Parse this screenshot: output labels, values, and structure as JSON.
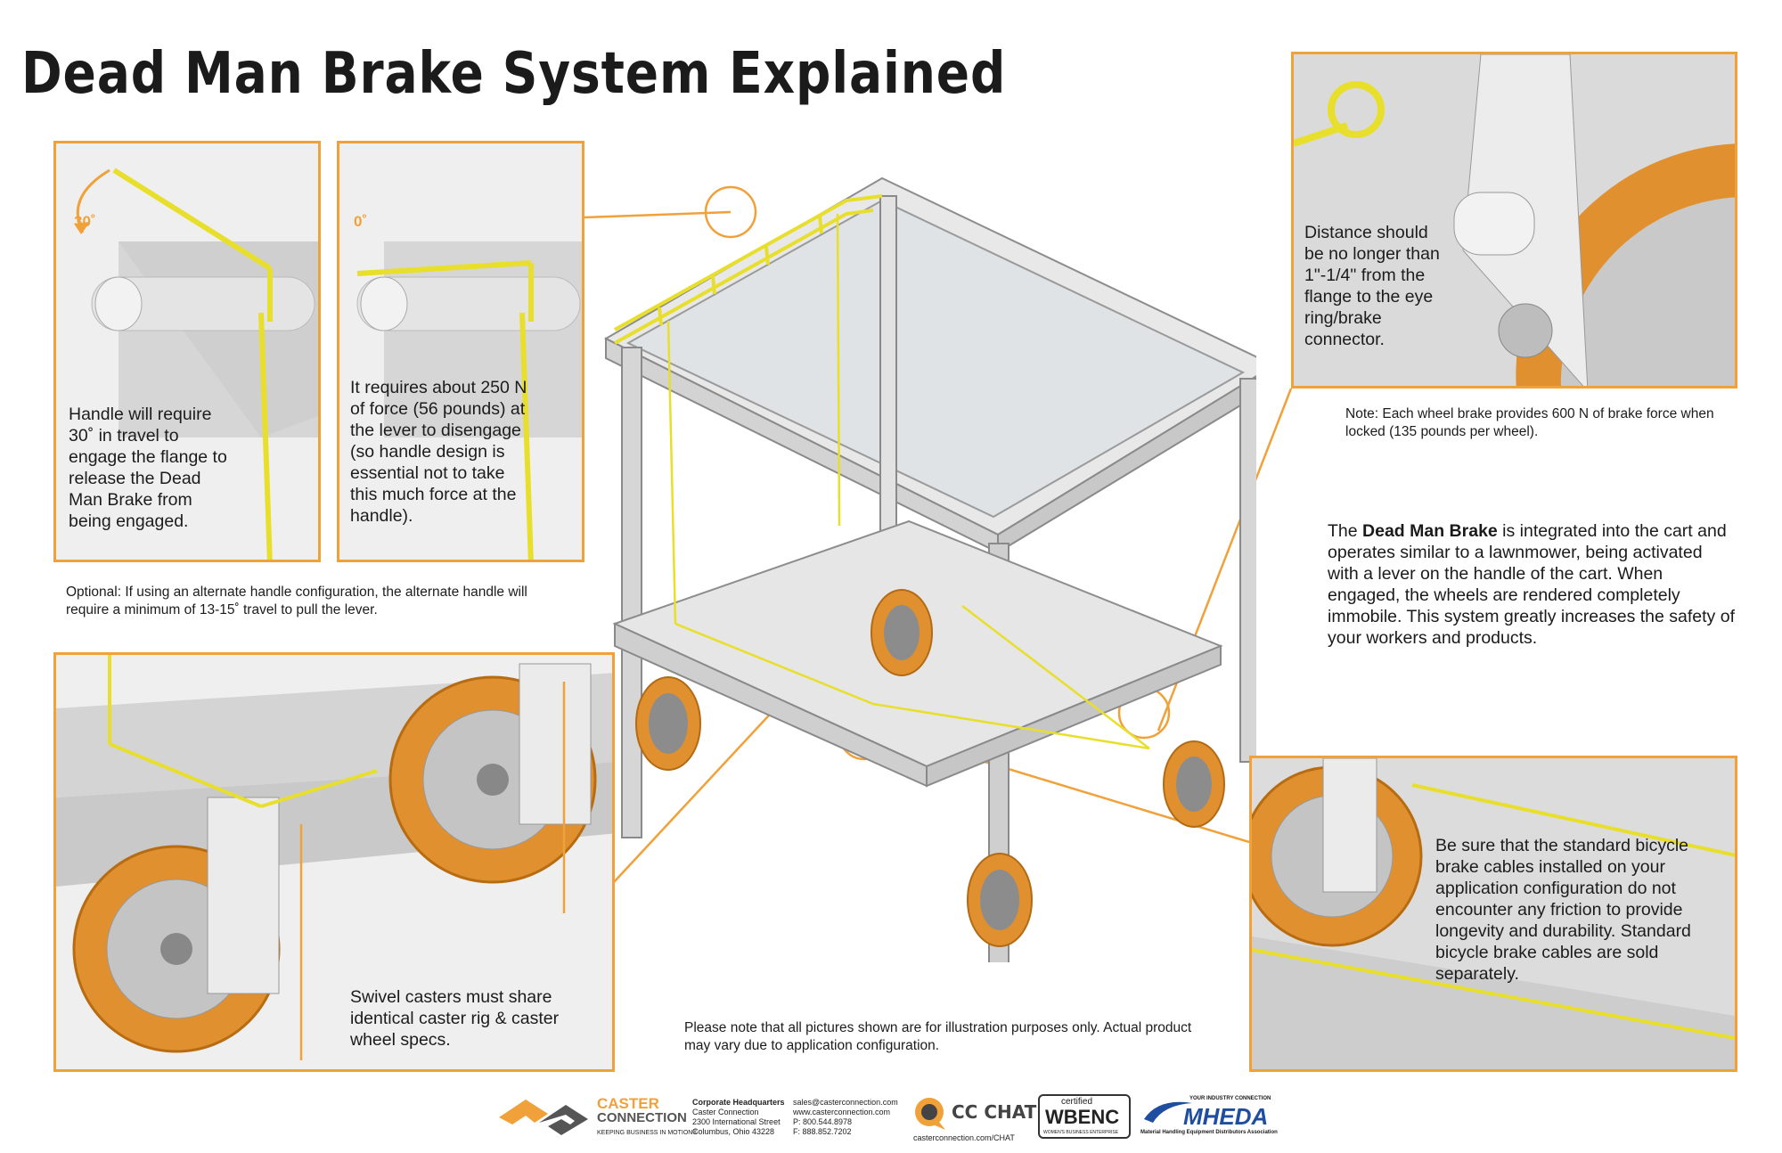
{
  "title": "Dead Man Brake System Explained",
  "accent": "#f0a13a",
  "cable_color": "#f2ea4a",
  "panels": {
    "angle30": {
      "angle_label": "30˚",
      "text": "Handle will require 30˚ in travel to engage the flange to release the Dead Man Brake from being engaged."
    },
    "angle0": {
      "angle_label": "0˚",
      "text": "It requires about 250 N of force (56 pounds) at the lever to disengage (so handle design is essential not to take this much force at the handle)."
    },
    "casters": {
      "text": "Swivel casters must share identical caster rig & caster wheel specs."
    },
    "eye_ring": {
      "text": "Distance should be no longer than 1\"-1/4\" from the flange to the eye ring/brake connector."
    },
    "cables": {
      "text": "Be sure that the standard bicycle brake cables installed on your application configuration do not encounter any friction to provide longevity and durability. Standard bicycle brake cables are sold separately."
    }
  },
  "optional_note": "Optional: If using an alternate handle configuration, the alternate handle will require a minimum of 13-15˚ travel to pull the lever.",
  "brake_note": "Note: Each wheel brake provides 600 N of brake force when locked (135 pounds per wheel).",
  "description": {
    "prefix": "The ",
    "bold": "Dead Man Brake",
    "suffix": " is integrated into the cart and operates similar to a lawnmower, being activated with a lever on the handle of the cart. When engaged, the wheels are rendered completely immobile. This system greatly increases the safety of your workers and products."
  },
  "illustration_note": "Please note that all pictures shown are for illustration purposes only. Actual product may vary due to application configuration.",
  "footer": {
    "brand_line1": "CASTER",
    "brand_line2": "CONNECTION",
    "tagline": "KEEPING BUSINESS IN MOTION®",
    "hq_title": "Corporate Headquarters",
    "hq_name": "Caster Connection",
    "hq_street": "2300 International Street",
    "hq_city": "Columbus, Ohio 43228",
    "email": "sales@casterconnection.com",
    "web": "www.casterconnection.com",
    "phone": "P: 800.544.8978",
    "fax": "F: 888.852.7202",
    "chat_label": "CC CHAT",
    "chat_url": "casterconnection.com/CHAT",
    "wbenc_certified": "certified",
    "wbenc": "WBENC",
    "wbenc_sub": "WOMEN'S BUSINESS ENTERPRISE",
    "mheda_top": "YOUR INDUSTRY CONNECTION",
    "mheda": "MHEDA",
    "mheda_sub": "Material Handling Equipment Distributors Association"
  }
}
